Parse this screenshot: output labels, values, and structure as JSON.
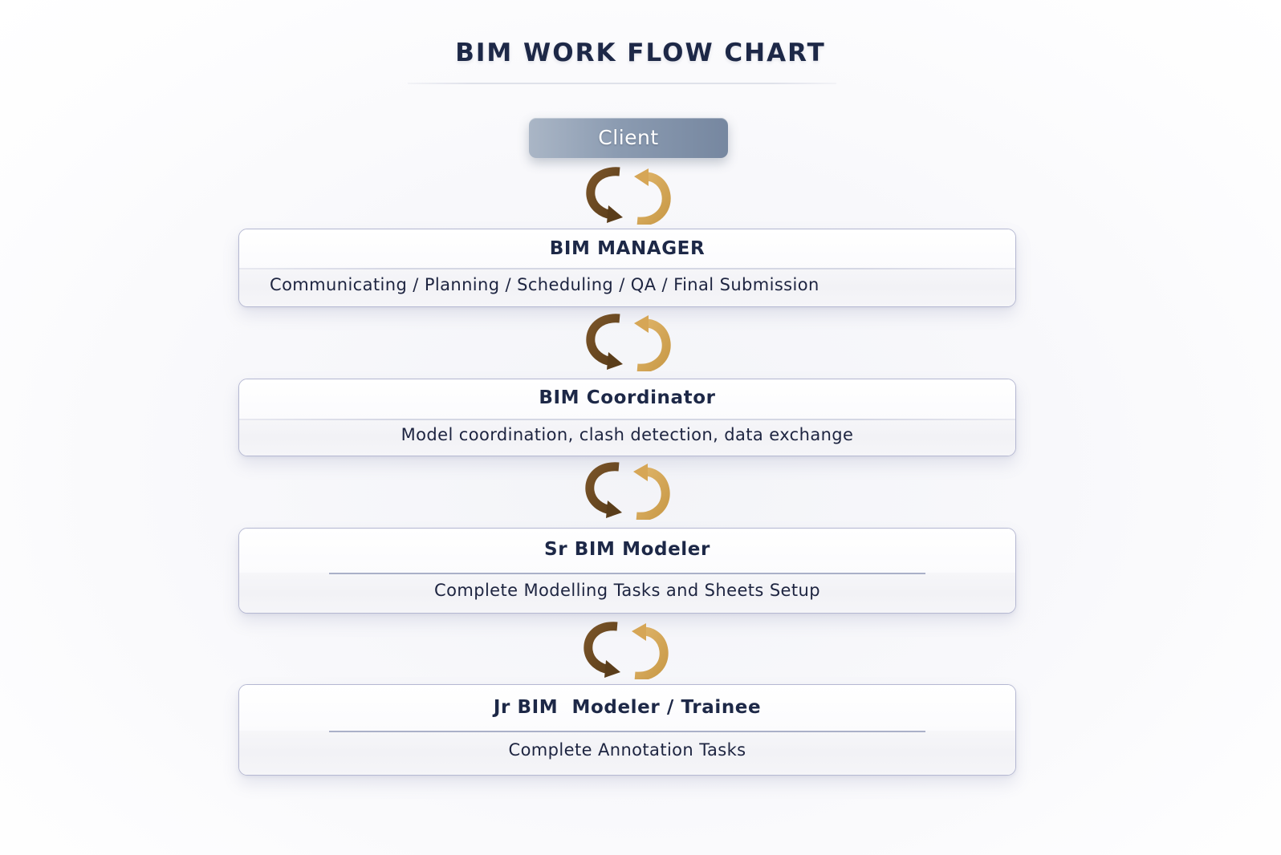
{
  "title": "BIM WORK FLOW CHART",
  "client": {
    "label": "Client"
  },
  "colors": {
    "arrow_dark": "#6b4a22",
    "arrow_light": "#d4a758",
    "client_fill": "#8696ad",
    "text": "#1d2847"
  },
  "connector": {
    "icon": "two-way-circular-arrows-icon",
    "meaning": "bidirectional"
  },
  "roles": [
    {
      "title": "BIM MANAGER",
      "description": "Communicating / Planning / Scheduling / QA / Final Submission"
    },
    {
      "title": "BIM Coordinator",
      "description": "Model coordination, clash detection, data exchange"
    },
    {
      "title": "Sr BIM Modeler",
      "description": "Complete Modelling Tasks and Sheets Setup"
    },
    {
      "title": "Jr BIM  Modeler / Trainee",
      "description": "Complete Annotation Tasks"
    }
  ]
}
